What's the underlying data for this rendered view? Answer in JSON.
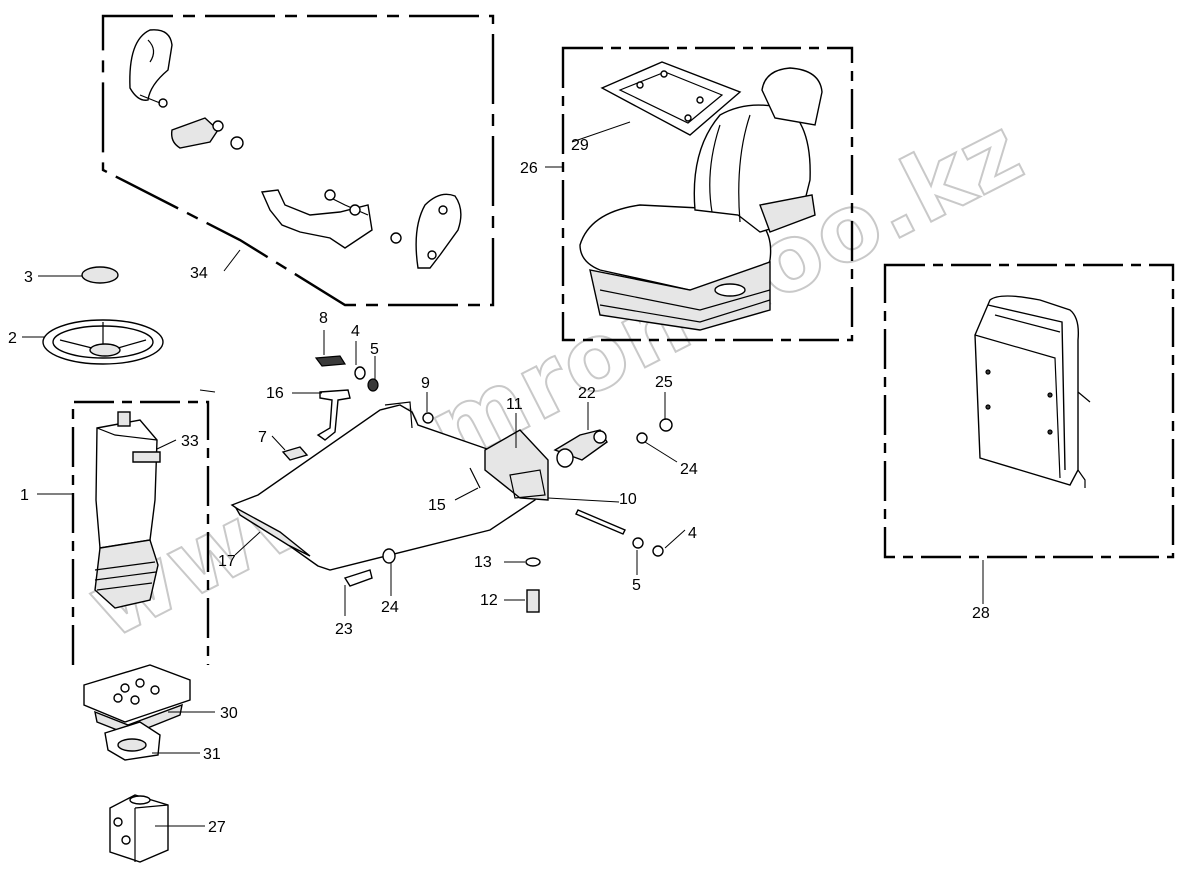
{
  "watermark": "www.simron-too.kz",
  "labels": {
    "l1": "1",
    "l2": "2",
    "l3": "3",
    "l4a": "4",
    "l4b": "4",
    "l5a": "5",
    "l5b": "5",
    "l7": "7",
    "l8": "8",
    "l9": "9",
    "l10": "10",
    "l11": "11",
    "l12": "12",
    "l13": "13",
    "l15": "15",
    "l16": "16",
    "l17": "17",
    "l22": "22",
    "l23": "23",
    "l24a": "24",
    "l24b": "24",
    "l25": "25",
    "l26": "26",
    "l27": "27",
    "l28": "28",
    "l29": "29",
    "l30": "30",
    "l31": "31",
    "l33": "33",
    "l34": "34"
  }
}
